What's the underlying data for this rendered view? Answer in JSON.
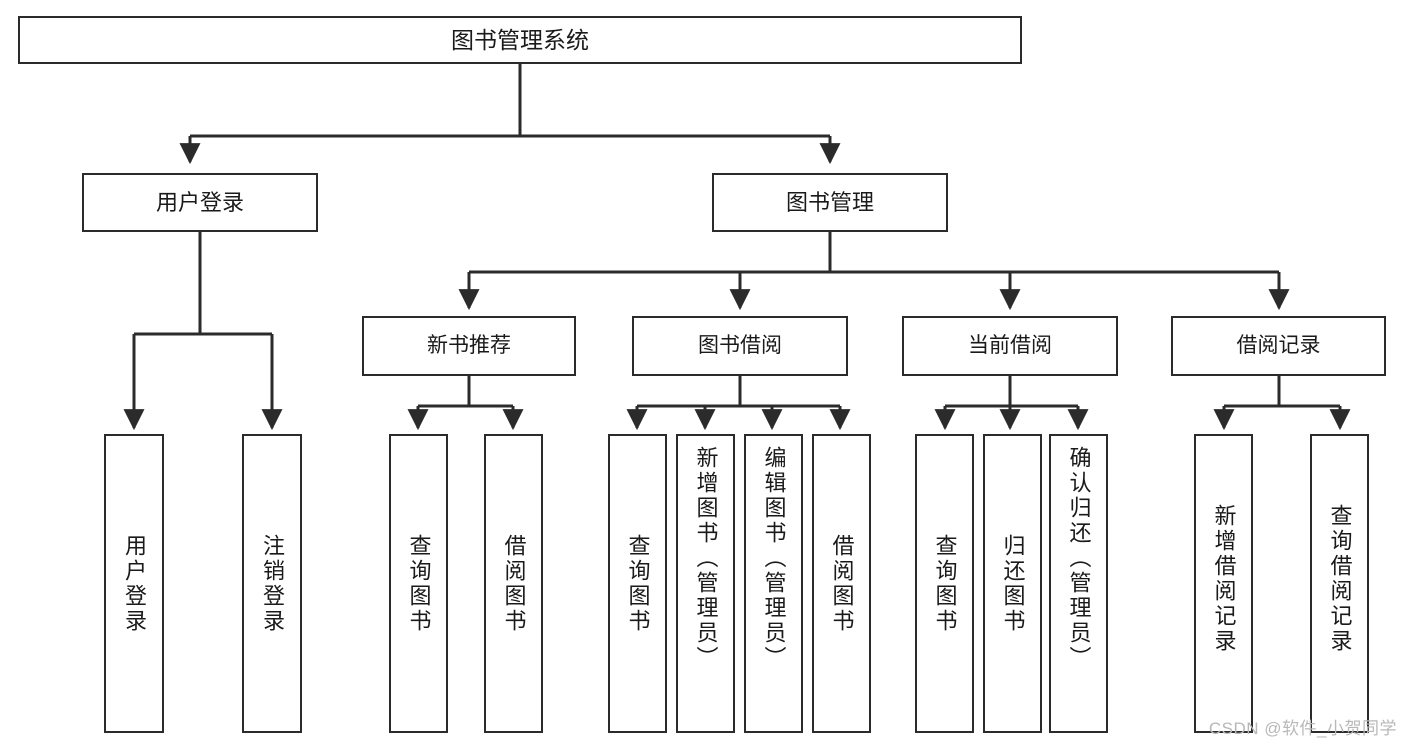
{
  "diagram": {
    "type": "tree-hierarchy-chart",
    "title": "图书管理系统",
    "root": {
      "id": "root",
      "label": "图书管理系统"
    },
    "level2": [
      {
        "id": "user-login",
        "label": "用户登录"
      },
      {
        "id": "book-manage",
        "label": "图书管理"
      }
    ],
    "level3": [
      {
        "id": "new-book-rec",
        "label": "新书推荐"
      },
      {
        "id": "book-borrow",
        "label": "图书借阅"
      },
      {
        "id": "current-borrow",
        "label": "当前借阅"
      },
      {
        "id": "borrow-record",
        "label": "借阅记录"
      }
    ],
    "leaves": [
      {
        "id": "leaf-user-login",
        "label": "用户登录",
        "parent": "user-login"
      },
      {
        "id": "leaf-logout",
        "label": "注销登录",
        "parent": "user-login"
      },
      {
        "id": "leaf-query-book-1",
        "label": "查询图书",
        "parent": "new-book-rec"
      },
      {
        "id": "leaf-borrow-book-1",
        "label": "借阅图书",
        "parent": "new-book-rec"
      },
      {
        "id": "leaf-query-book-2",
        "label": "查询图书",
        "parent": "book-borrow"
      },
      {
        "id": "leaf-add-book",
        "label": "新增图书（管理员）",
        "parent": "book-borrow"
      },
      {
        "id": "leaf-edit-book",
        "label": "编辑图书（管理员）",
        "parent": "book-borrow"
      },
      {
        "id": "leaf-borrow-book-2",
        "label": "借阅图书",
        "parent": "book-borrow"
      },
      {
        "id": "leaf-query-book-3",
        "label": "查询图书",
        "parent": "current-borrow"
      },
      {
        "id": "leaf-return-book",
        "label": "归还图书",
        "parent": "current-borrow"
      },
      {
        "id": "leaf-confirm-return",
        "label": "确认归还（管理员）",
        "parent": "current-borrow"
      },
      {
        "id": "leaf-add-record",
        "label": "新增借阅记录",
        "parent": "borrow-record"
      },
      {
        "id": "leaf-query-record",
        "label": "查询借阅记录",
        "parent": "borrow-record"
      }
    ],
    "watermark": "CSDN @软件_小贺同学",
    "colors": {
      "stroke": "#2b2b2b",
      "background": "#ffffff",
      "text": "#1a1a1a",
      "watermark": "#b8b8b8"
    }
  }
}
